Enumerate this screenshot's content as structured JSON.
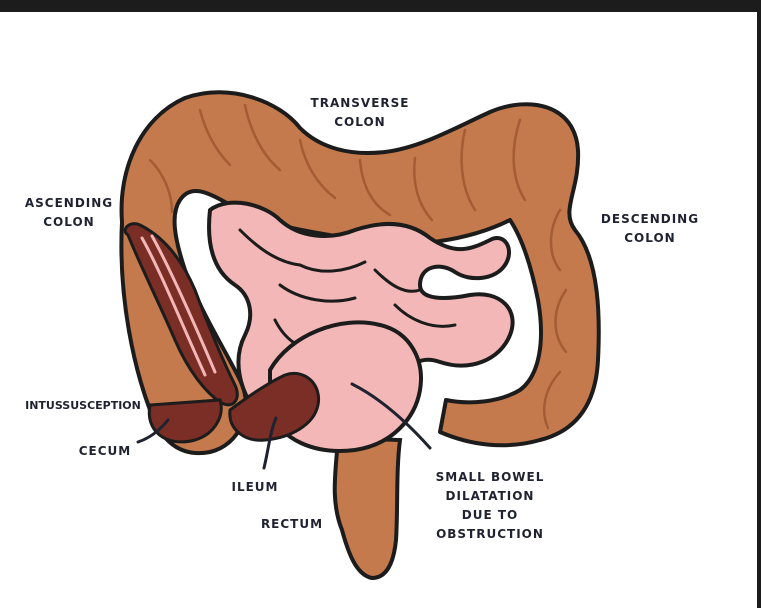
{
  "colors": {
    "colon": "#c47a4c",
    "colon_dark": "#a35c33",
    "small_bowel": "#f3b7b7",
    "small_bowel_shade": "#e49c9f",
    "intussusception": "#7a2e26",
    "outline": "#1c1c1c"
  },
  "labels": {
    "transverse_colon": [
      "TRANSVERSE",
      "COLON"
    ],
    "ascending_colon": [
      "ASCENDING",
      "COLON"
    ],
    "descending_colon": [
      "DESCENDING",
      "COLON"
    ],
    "intussusception": "INTUSSUSCEPTION",
    "cecum": "CECUM",
    "ileum": "ILEUM",
    "rectum": "RECTUM",
    "small_bowel": [
      "SMALL BOWEL",
      "DILATATION",
      "DUE TO",
      "OBSTRUCTION"
    ]
  }
}
